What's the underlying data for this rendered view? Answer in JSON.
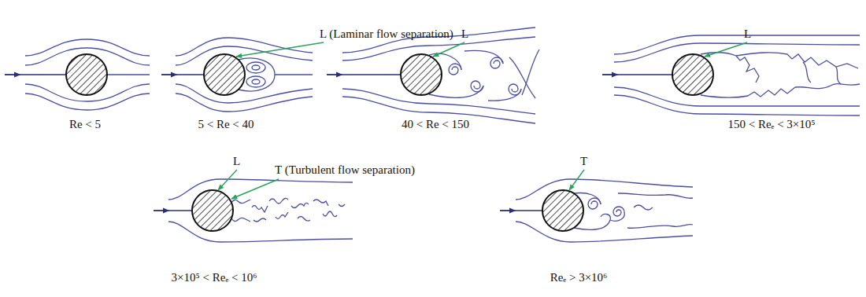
{
  "diagram": {
    "labels": [
      "L (Laminar flow separation)",
      "Re < 5",
      "5 < Re < 40",
      "L",
      "40 < Re < 150",
      "L",
      "150 < Reₑ < 3×10⁵",
      "L",
      "T (Turbulent flow separation)",
      "3×10⁵ < Reₑ < 10⁶",
      "T",
      "Reₑ > 3×10⁶"
    ]
  }
}
